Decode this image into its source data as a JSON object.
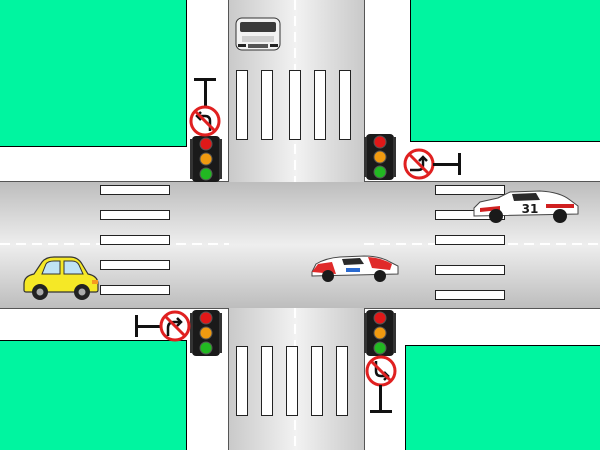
{
  "colors": {
    "grass": "#00f5a0",
    "road": "#d6d6d6",
    "sign_red": "#e02020",
    "light_red": "#e01818",
    "light_amber": "#f09a10",
    "light_green": "#22b822",
    "yellow_car": "#f5e826"
  },
  "icons": {
    "no_left_turn": "no-left-turn-sign",
    "no_right_turn": "no-right-turn-sign",
    "traffic_light": "traffic-light",
    "car": "car"
  },
  "cars": {
    "east_racecar": {
      "number": "31"
    }
  }
}
